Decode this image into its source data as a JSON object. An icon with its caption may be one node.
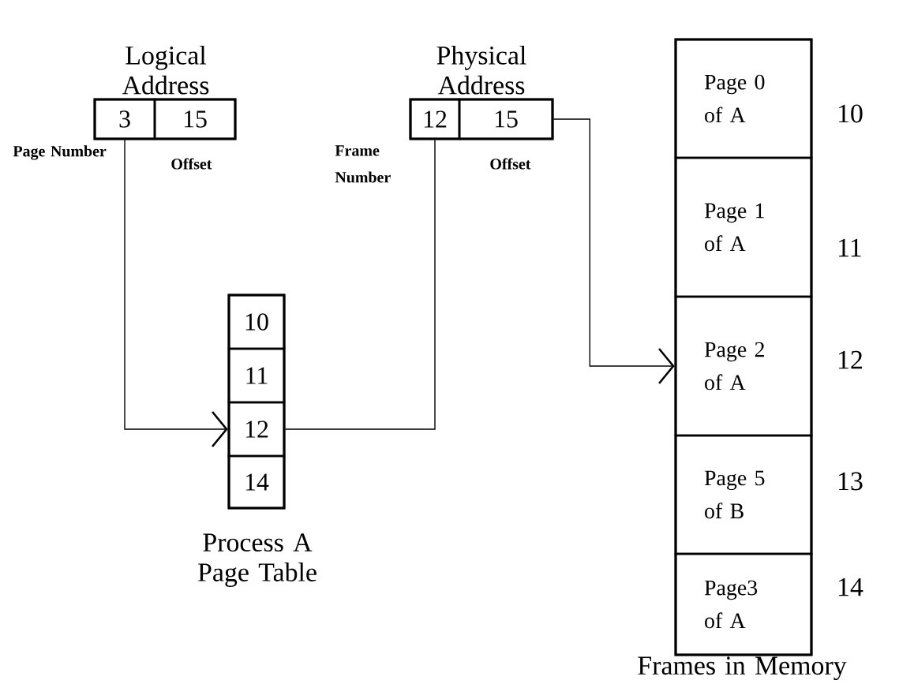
{
  "diagram": {
    "nodes": [
      {
        "text": [
          "Logical Address"
        ]
      },
      {
        "text": [
          "3"
        ],
        "in": 0,
        "beside": [
          "Page Number"
        ]
      },
      {
        "text": [
          "15"
        ],
        "in": 0,
        "beside": [
          "Offset"
        ]
      },
      {
        "text": [
          "Physical Address"
        ]
      },
      {
        "text": [
          "12"
        ],
        "in": 3,
        "beside": [
          "Frame Number"
        ]
      },
      {
        "text": [
          "15"
        ],
        "in": 3,
        "beside": [
          "Offset"
        ]
      },
      {
        "text": [
          "Process A Page Table"
        ]
      },
      {
        "text": [
          "10"
        ],
        "in": 6
      },
      {
        "text": [
          "11"
        ],
        "in": 6
      },
      {
        "text": [
          "12"
        ],
        "in": 6
      },
      {
        "text": [
          "14"
        ],
        "in": 6
      },
      {
        "text": [
          "Frames in Memory"
        ]
      },
      {
        "text": [
          "Page 0 of A"
        ],
        "in": 11,
        "beside": [
          "10"
        ]
      },
      {
        "text": [
          "Page 1 of A"
        ],
        "in": 11,
        "beside": [
          "11"
        ]
      },
      {
        "text": [
          "Page 2 of A"
        ],
        "in": 11,
        "beside": [
          "12"
        ]
      },
      {
        "text": [
          "Page 5 of B"
        ],
        "in": 11,
        "beside": [
          "13"
        ]
      },
      {
        "text": [
          "Page3 of A"
        ],
        "in": 11,
        "beside": [
          "14"
        ]
      }
    ],
    "edges": [
      {
        "from": 1,
        "to": 9,
        "arrow": "to"
      },
      {
        "from": 9,
        "to": 4,
        "arrow": "none"
      },
      {
        "from": 5,
        "to": 14,
        "arrow": "to"
      }
    ]
  }
}
